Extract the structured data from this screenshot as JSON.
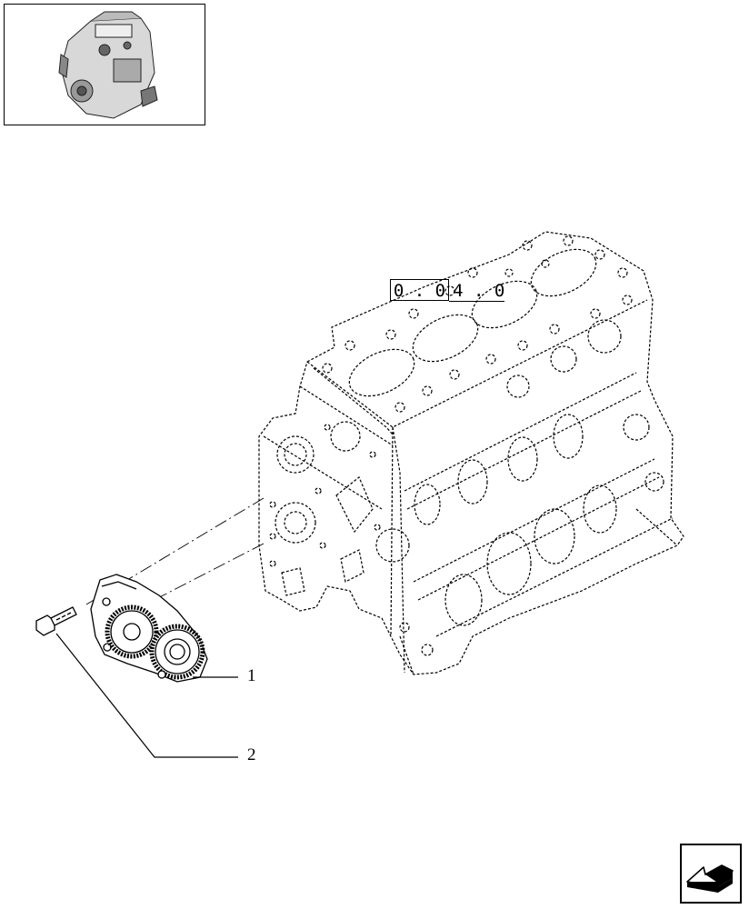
{
  "diagram": {
    "reference_code": {
      "boxed_part": "0 . 0",
      "trailing_part": "4 . 0"
    },
    "callouts": [
      {
        "number": "1",
        "part": "oil-pump"
      },
      {
        "number": "2",
        "part": "screw"
      }
    ],
    "icons": {
      "thumbnail": "engine-thumbnail-icon",
      "navigation": "arrow-navigation-icon"
    },
    "colors": {
      "line": "#000000",
      "background": "#ffffff"
    }
  }
}
